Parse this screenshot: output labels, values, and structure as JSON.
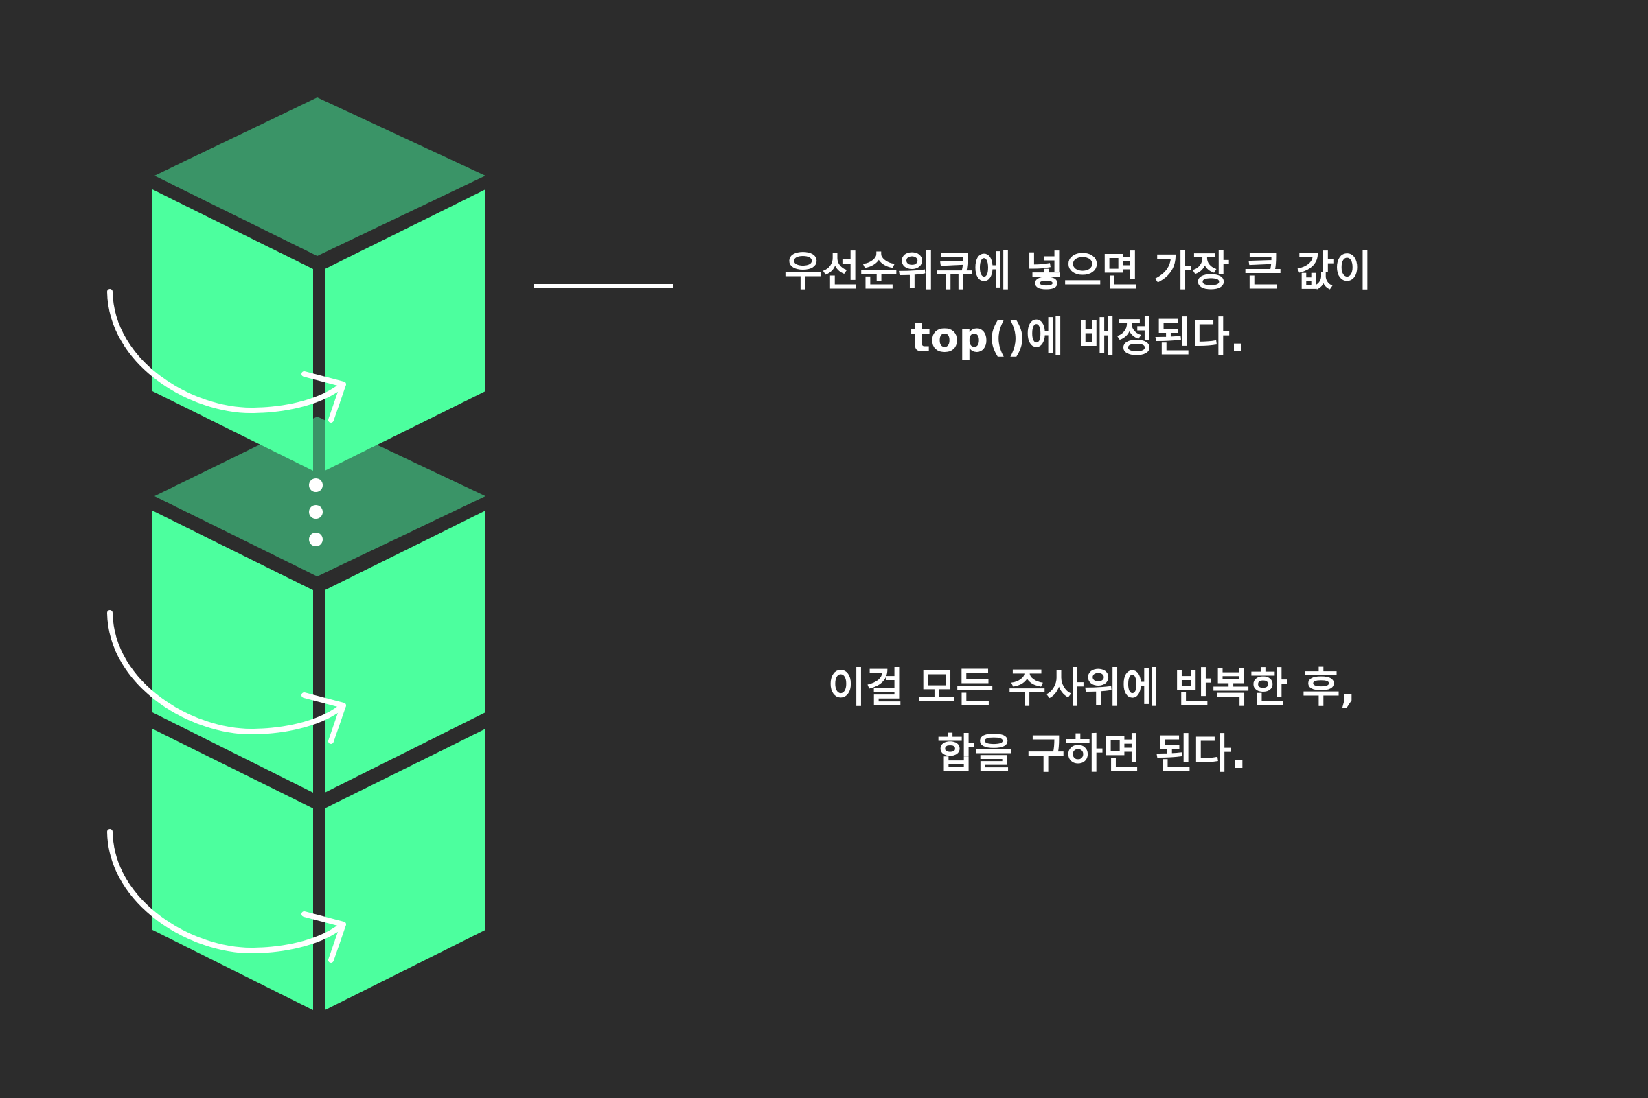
{
  "captions": {
    "top": {
      "line1": "우선순위큐에 넣으면 가장 큰 값이",
      "line2": "top()에 배정된다."
    },
    "bottom": {
      "line1": "이걸 모든 주사위에 반복한 후,",
      "line2": "합을 구하면 된다."
    }
  },
  "colors": {
    "background": "#2c2c2c",
    "cube_top": "#3a9467",
    "cube_side": "#4cff9e",
    "stroke": "#ffffff"
  }
}
